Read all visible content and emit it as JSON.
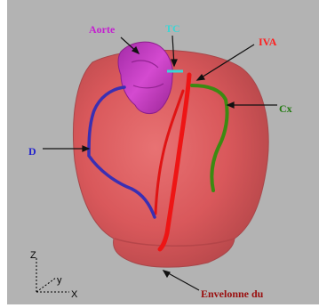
{
  "labels": {
    "aorte": "Aorte",
    "tc": "TC",
    "iva": "IVA",
    "cx": "Cx",
    "d": "D",
    "envelope": "Envelonne du"
  },
  "axes": {
    "z": "Z",
    "y": "y",
    "x": "X"
  },
  "colors": {
    "background": "#b3b3b3",
    "envelope": "#d9575a",
    "aorta": "#cc3fc9",
    "iva": "#ee1515",
    "cx": "#3c8a12",
    "d": "#3a2fb3",
    "tc": "#3ad6d6",
    "arrow": "#111111"
  }
}
